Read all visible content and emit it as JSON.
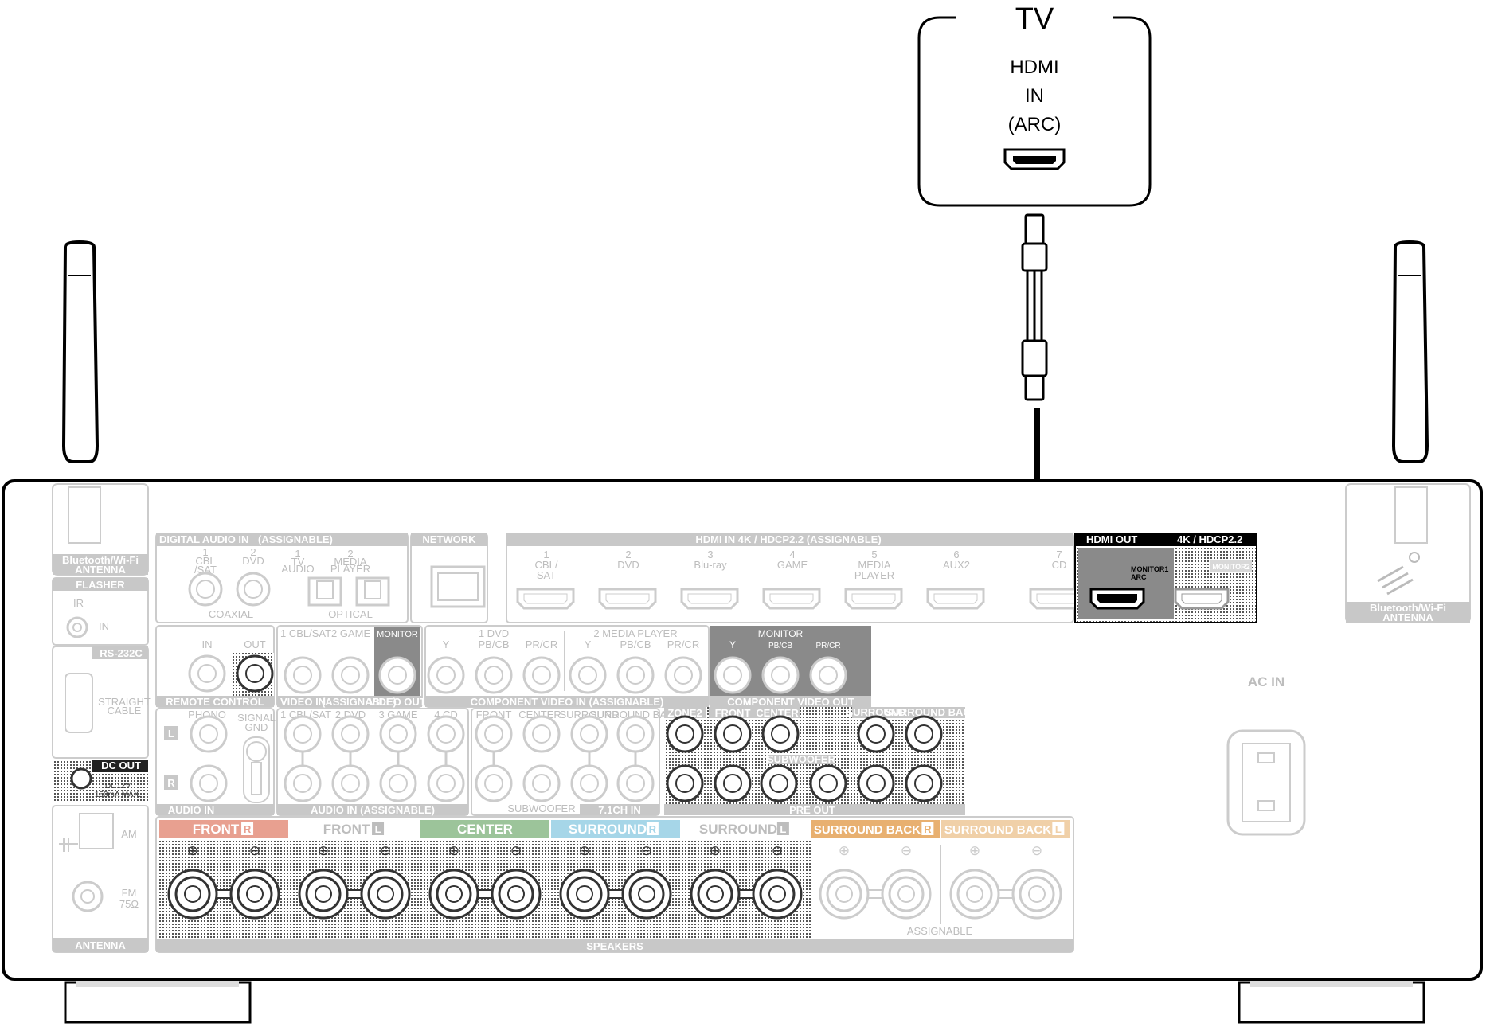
{
  "tv": {
    "title": "TV",
    "port_line1": "HDMI",
    "port_line2": "IN",
    "port_line3": "(ARC)"
  },
  "receiver": {
    "antenna_left_label": "Bluetooth/Wi-Fi",
    "antenna_left_label2": "ANTENNA",
    "antenna_right_label": "Bluetooth/Wi-Fi",
    "antenna_right_label2": "ANTENNA",
    "flasher": "FLASHER",
    "ir": "IR",
    "in": "IN",
    "rs232c": "RS-232C",
    "straight": "STRAIGHT",
    "cable": "CABLE",
    "dc_out": "DC OUT",
    "dc_spec1": "DC12V",
    "dc_spec2": "150mA MAX.",
    "am": "AM",
    "fm": "FM",
    "fm_ohm": "75Ω",
    "antenna": "ANTENNA",
    "digital_audio_in": "DIGITAL AUDIO IN",
    "assignable_small": "(ASSIGNABLE)",
    "coax1a": "1",
    "coax1b": "CBL",
    "coax1c": "/SAT",
    "coax2a": "2",
    "coax2b": "DVD",
    "opt1a": "1",
    "opt1b": "TV",
    "opt1c": "AUDIO",
    "opt2a": "2",
    "opt2b": "MEDIA",
    "opt2c": "PLAYER",
    "coaxial": "COAXIAL",
    "optical": "OPTICAL",
    "network": "NETWORK",
    "hdmi_in": "HDMI IN 4K / HDCP2.2 (ASSIGNABLE)",
    "hdmi_inputs": [
      {
        "num": "1",
        "name": "CBL/",
        "name2": "SAT"
      },
      {
        "num": "2",
        "name": "DVD",
        "name2": ""
      },
      {
        "num": "3",
        "name": "Blu-ray",
        "name2": ""
      },
      {
        "num": "4",
        "name": "GAME",
        "name2": ""
      },
      {
        "num": "5",
        "name": "MEDIA",
        "name2": "PLAYER"
      },
      {
        "num": "6",
        "name": "AUX2",
        "name2": ""
      },
      {
        "num": "7",
        "name": "CD",
        "name2": ""
      }
    ],
    "hdmi_out": "HDMI OUT",
    "hdmi_out_spec": "4K / HDCP2.2",
    "monitor1": "MONITOR1",
    "arc": "ARC",
    "monitor2": "MONITOR2",
    "ac_in": "AC IN",
    "remote_control": "REMOTE CONTROL",
    "rc_in": "IN",
    "rc_out": "OUT",
    "video_in": "VIDEO IN",
    "video_in_assign": "(ASSIGNABLE)",
    "video_out": "VIDEO OUT",
    "vid_1": "1 CBL/SAT",
    "vid_2": "2 GAME",
    "monitor": "MONITOR",
    "comp_in": "COMPONENT VIDEO IN (ASSIGNABLE)",
    "comp_1": "1 DVD",
    "comp_2": "2 MEDIA PLAYER",
    "comp_out": "COMPONENT VIDEO OUT",
    "y": "Y",
    "pb": "PB/CB",
    "pr": "PR/CR",
    "phono": "PHONO",
    "signal_gnd1": "SIGNAL",
    "signal_gnd2": "GND",
    "audio_in": "AUDIO IN",
    "audio_in_assign": "AUDIO IN (ASSIGNABLE)",
    "ain_1": "1 CBL/SAT",
    "ain_2": "2 DVD",
    "ain_3": "3 GAME",
    "ain_4": "4 CD",
    "ch71_front": "FRONT",
    "ch71_center": "CENTER",
    "ch71_surround": "SURROUND",
    "ch71_sb": "SURROUND BACK",
    "ch71_sub": "SUBWOOFER",
    "ch71_in": "7.1CH IN",
    "zone2": "ZONE2",
    "pre_front": "FRONT",
    "pre_center": "CENTER",
    "pre_surround": "SURROUND",
    "pre_sb": "SURROUND BACK",
    "pre_sub": "SUBWOOFER",
    "pre_out": "PRE OUT",
    "l": "L",
    "r": "R",
    "speakers": "SPEAKERS",
    "assignable": "ASSIGNABLE",
    "spk_front_r": "FRONT",
    "spk_front_l": "FRONT",
    "spk_center": "CENTER",
    "spk_surr_r": "SURROUND",
    "spk_surr_l": "SURROUND",
    "spk_sb_r": "SURROUND BACK",
    "spk_sb_l": "SURROUND BACK",
    "plus": "⊕",
    "minus": "⊖"
  },
  "colors": {
    "front_r": "#e8a090",
    "center": "#9cc49a",
    "surround": "#a6d6e8",
    "surround_back": "#e8b070",
    "surround_back_l": "#f0d0a8",
    "panel_grey": "#c8c8c8",
    "line": "#000000"
  }
}
